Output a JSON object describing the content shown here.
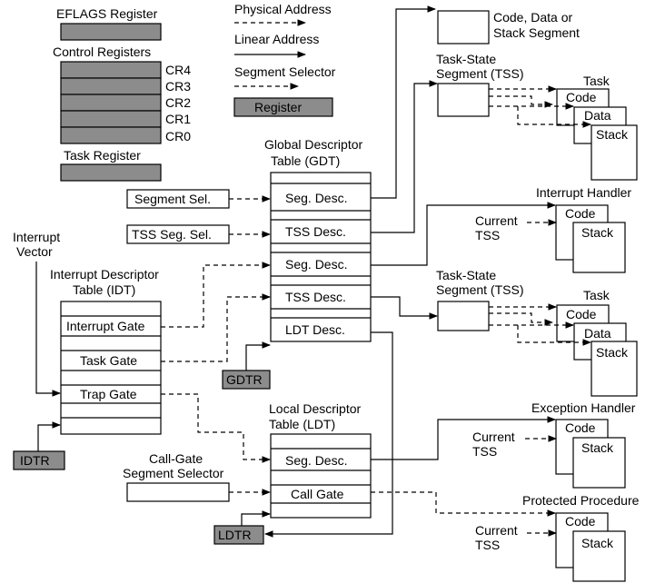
{
  "legend": {
    "eflags": "EFLAGS Register",
    "physical": "Physical Address",
    "linear": "Linear Address",
    "control": "Control Registers",
    "selector": "Segment Selector",
    "register": "Register",
    "task_register": "Task Register",
    "cr": [
      "CR4",
      "CR3",
      "CR2",
      "CR1",
      "CR0"
    ]
  },
  "gdt": {
    "title1": "Global Descriptor",
    "title2": "Table (GDT)",
    "entries": [
      "Seg. Desc.",
      "TSS Desc.",
      "Seg. Desc.",
      "TSS Desc.",
      "LDT Desc."
    ],
    "register": "GDTR"
  },
  "idt": {
    "title1": "Interrupt Descriptor",
    "title2": "Table (IDT)",
    "entries": [
      "Interrupt Gate",
      "Task Gate",
      "Trap Gate"
    ],
    "register": "IDTR"
  },
  "ldt": {
    "title1": "Local Descriptor",
    "title2": "Table (LDT)",
    "entries": [
      "Seg. Desc.",
      "Call Gate"
    ],
    "register": "LDTR"
  },
  "inputs": {
    "segment_sel": "Segment Sel.",
    "tss_seg_sel": "TSS Seg. Sel.",
    "interrupt_vector1": "Interrupt",
    "interrupt_vector2": "Vector",
    "call_gate_sel1": "Call-Gate",
    "call_gate_sel2": "Segment Selector"
  },
  "targets": {
    "code_data_stack1": "Code, Data or",
    "code_data_stack2": "Stack Segment",
    "tss_label1": "Task-State",
    "tss_label2": "Segment (TSS)",
    "task": "Task",
    "code": "Code",
    "data": "Data",
    "stack": "Stack",
    "interrupt_handler": "Interrupt Handler",
    "exception_handler": "Exception Handler",
    "protected_procedure": "Protected Procedure",
    "current1": "Current",
    "current2": "TSS"
  }
}
